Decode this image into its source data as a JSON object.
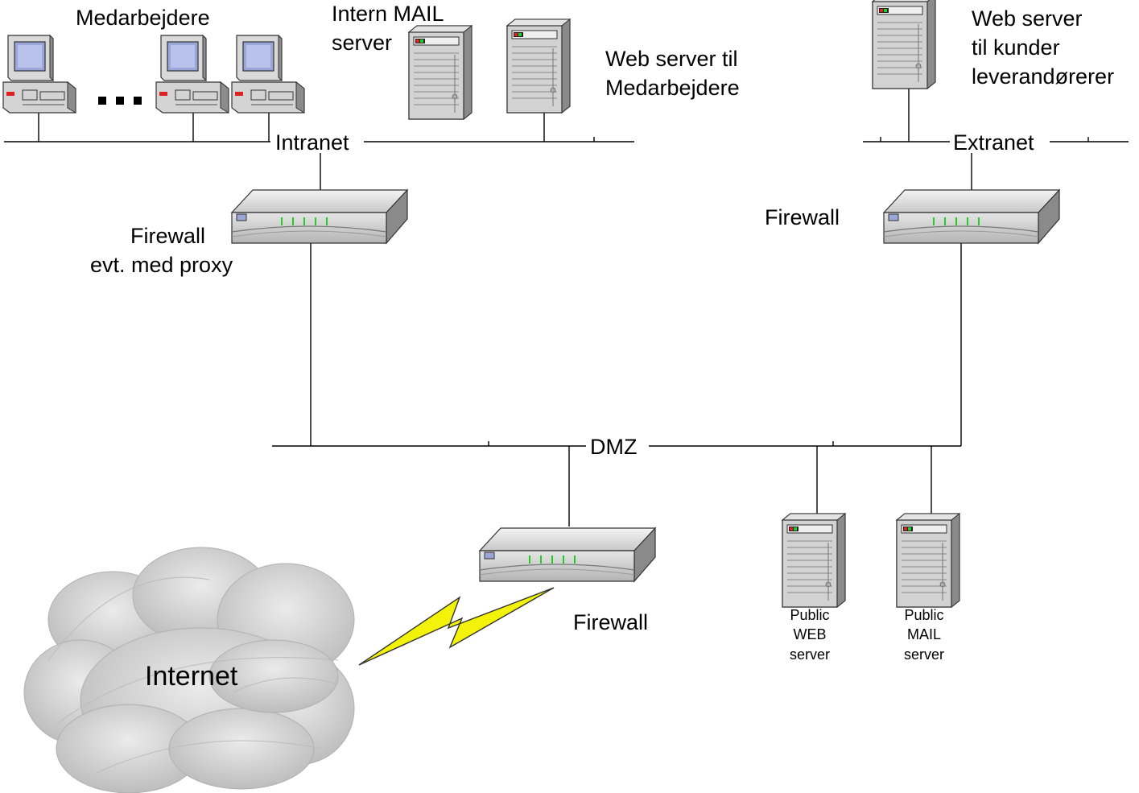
{
  "labels": {
    "medarbejdere": "Medarbejdere",
    "intern_mail_line1": "Intern MAIL",
    "intern_mail_line2": "server",
    "web_medarbejdere_line1": "Web server til",
    "web_medarbejdere_line2": "Medarbejdere",
    "web_kunder_line1": "Web server",
    "web_kunder_line2": "til kunder",
    "web_kunder_line3": "leverandørerer",
    "intranet": "Intranet",
    "extranet": "Extranet",
    "dmz": "DMZ",
    "firewall_intranet_line1": "Firewall",
    "firewall_intranet_line2": "evt. med proxy",
    "firewall_extranet": "Firewall",
    "firewall_internet": "Firewall",
    "internet": "Internet",
    "public_web_line1": "Public",
    "public_web_line2": "WEB",
    "public_web_line3": "server",
    "public_mail_line1": "Public",
    "public_mail_line2": "MAIL",
    "public_mail_line3": "server",
    "ellipsis": "..."
  },
  "colors": {
    "line": "#000000",
    "device_body": "#d4d4d4",
    "device_shade": "#8c8c8c",
    "screen": "#9aa6d8",
    "led_green": "#22cc22",
    "led_red": "#dd2222",
    "lightning": "#f2f20a",
    "cloud": "#cccccc"
  },
  "icons": [
    "workstation-icon",
    "server-icon",
    "firewall-icon",
    "cloud-icon",
    "lightning-icon"
  ]
}
